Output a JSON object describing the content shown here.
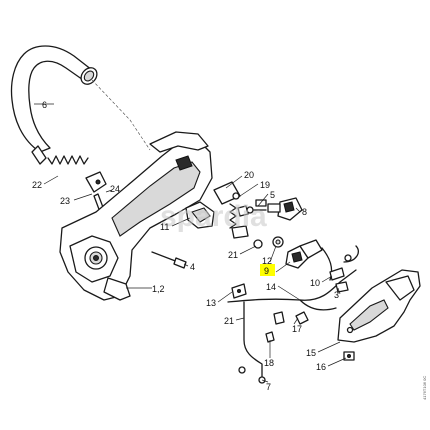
{
  "watermark": "spardia",
  "document_number": "4176T106 0C",
  "highlighted_part": "9",
  "highlight_color": "#ffff00",
  "part_labels": {
    "p6": "6",
    "p22": "22",
    "p24": "24",
    "p23": "23",
    "p20": "20",
    "p19": "19",
    "p5": "5",
    "p8": "8",
    "p11": "11",
    "p21a": "21",
    "p12": "12",
    "p9": "9",
    "p4": "4",
    "p14": "14",
    "p10": "10",
    "p3": "3",
    "p1_2": "1,2",
    "p13": "13",
    "p17": "17",
    "p21b": "21",
    "p18": "18",
    "p7": "7",
    "p15": "15",
    "p16": "16"
  }
}
